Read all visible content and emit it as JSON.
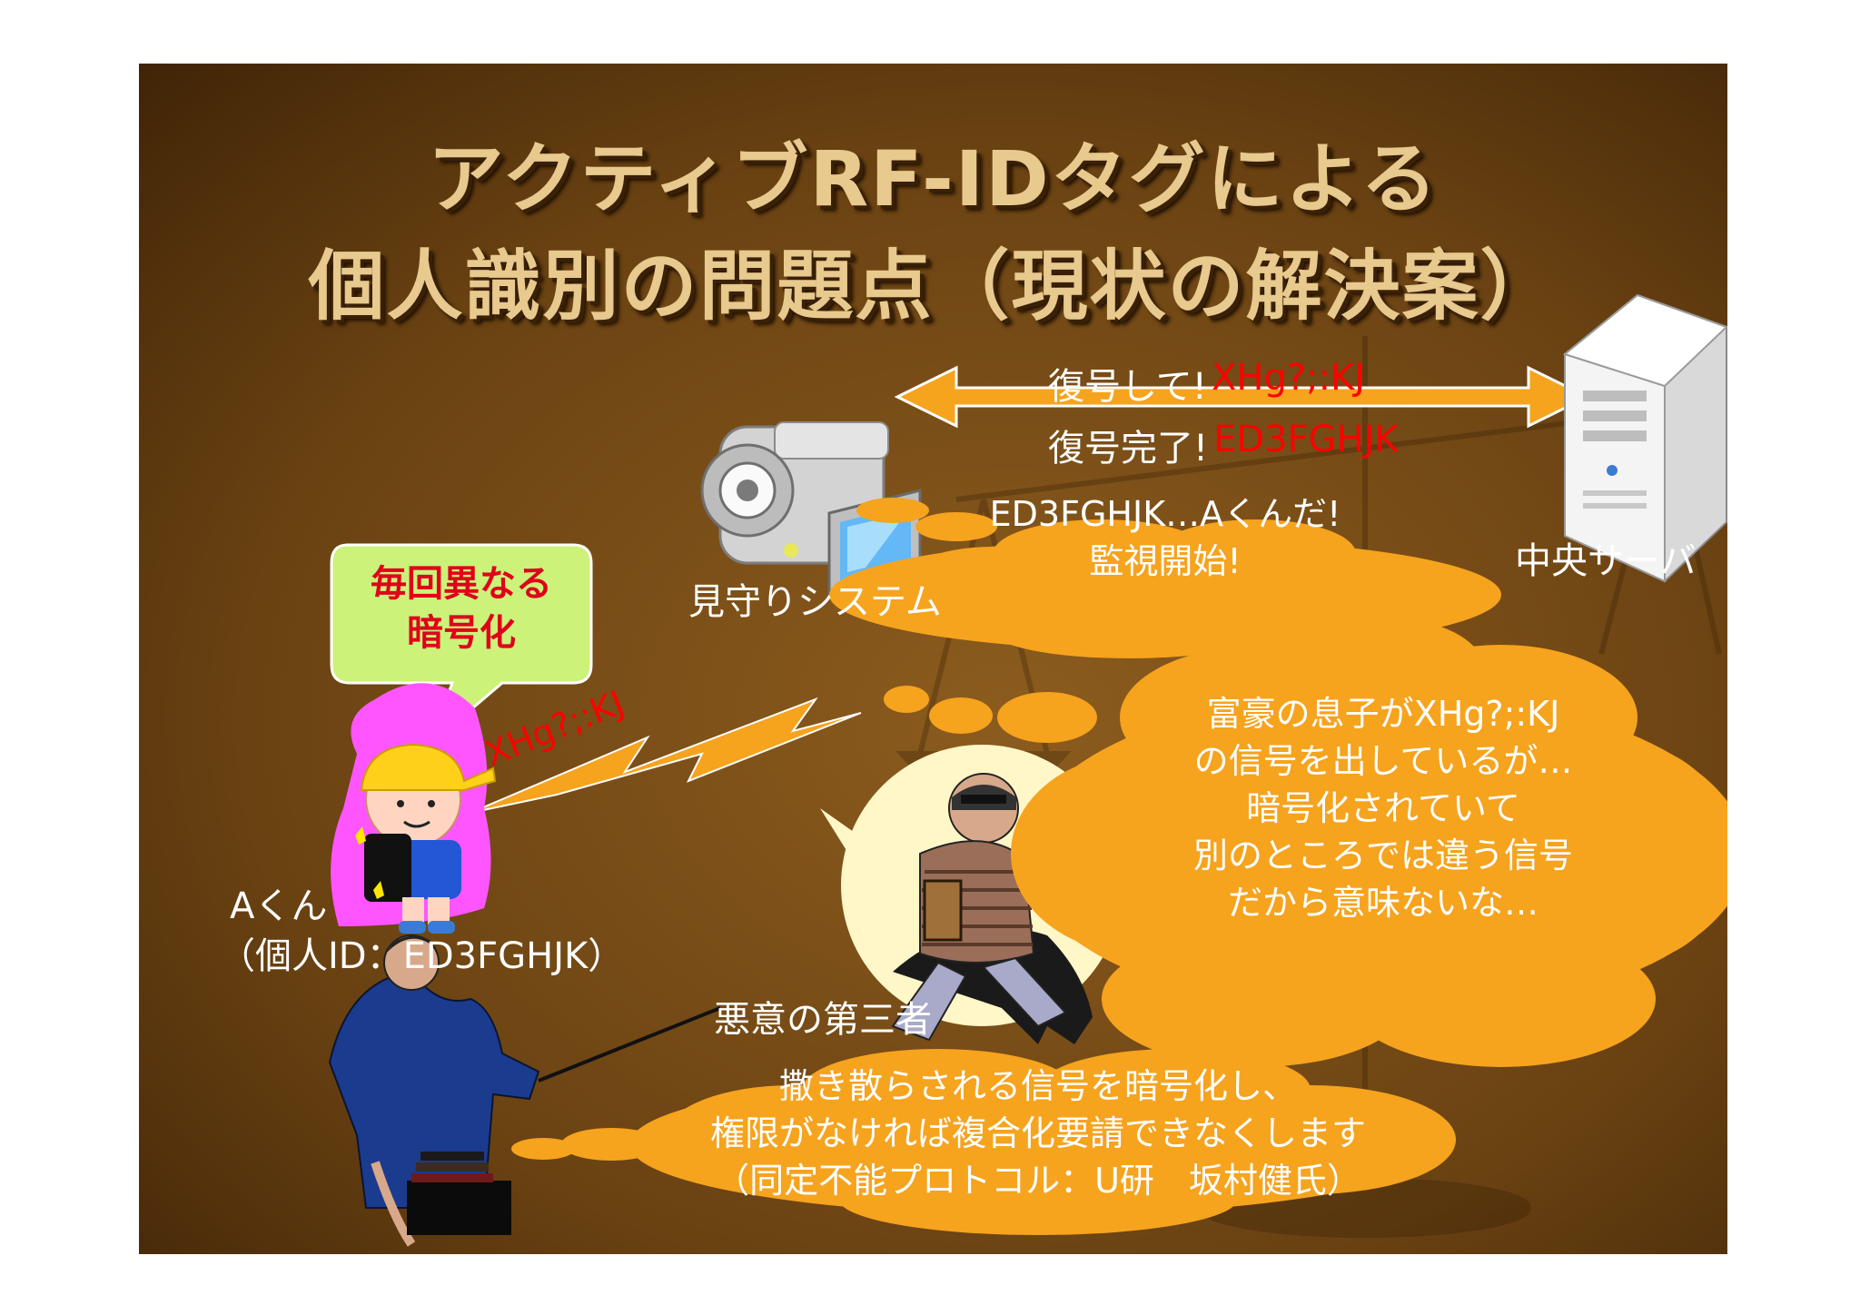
{
  "title": {
    "line1": "アクティブRF-IDタグによる",
    "line2": "個人識別の問題点（現状の解決案）"
  },
  "arrow": {
    "request_label": "復号して!",
    "request_code": "XHg?;:KJ",
    "response_label": "復号完了!",
    "response_code": "ED3FGHJK"
  },
  "server_label": "中央サーバ",
  "camera_label": "見守りシステム",
  "camera_cloud": {
    "line1": "ED3FGHJK…Aくんだ!",
    "line2": "監視開始!"
  },
  "bubble": {
    "line1": "毎回異なる",
    "line2": "暗号化"
  },
  "signal_code": "XHg?;:KJ",
  "child_label": {
    "line1": "Aくん",
    "line2": "（個人ID：ED3FGHJK）"
  },
  "thief_label": "悪意の第三者",
  "thief_cloud": {
    "line1": "富豪の息子がXHg?;:KJ",
    "line2": "の信号を出しているが…",
    "line3": "暗号化されていて",
    "line4": "別のところでは違う信号",
    "line5": "だから意味ないな…"
  },
  "teacher_cloud": {
    "line1": "撒き散らされる信号を暗号化し、",
    "line2": "権限がなければ複合化要請できなくします",
    "line3": "（同定不能プロトコル：U研　坂村健氏）"
  },
  "colors": {
    "background_dark": "#4a2a08",
    "background_light": "#8a5a1c",
    "cloud": "#f6a31e",
    "title_text": "#e8c98e",
    "alert_text": "#ff0000",
    "bubble_fill": "#ccf27a"
  }
}
